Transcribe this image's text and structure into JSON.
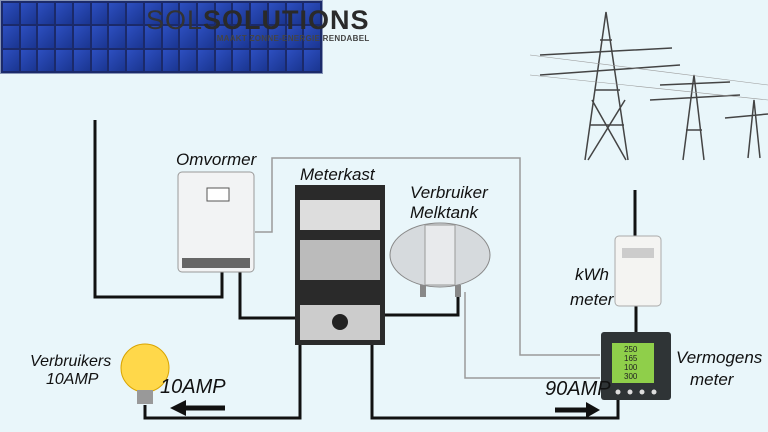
{
  "logo": {
    "light": "SOL",
    "bold": "SOLUTIONS",
    "tagline": "MAAKT ZONNE-ENERGIE RENDABEL"
  },
  "labels": {
    "inverter": "Omvormer",
    "meter_cabinet": "Meterkast",
    "consumer_tank_1": "Verbruiker",
    "consumer_tank_2": "Melktank",
    "kwh_1": "kWh",
    "kwh_2": "meter",
    "power_meter_1": "Vermogens",
    "power_meter_2": "meter",
    "consumers_1": "Verbruikers",
    "consumers_2": "10AMP"
  },
  "flows": {
    "bulb_current": "10AMP",
    "grid_current": "90AMP"
  },
  "meter_display": [
    "250",
    "165",
    "100",
    "300"
  ],
  "colors": {
    "background": "#e9f6fa",
    "wire": "#111111",
    "signal_wire": "#999999",
    "panel": "#1b2a6a"
  }
}
